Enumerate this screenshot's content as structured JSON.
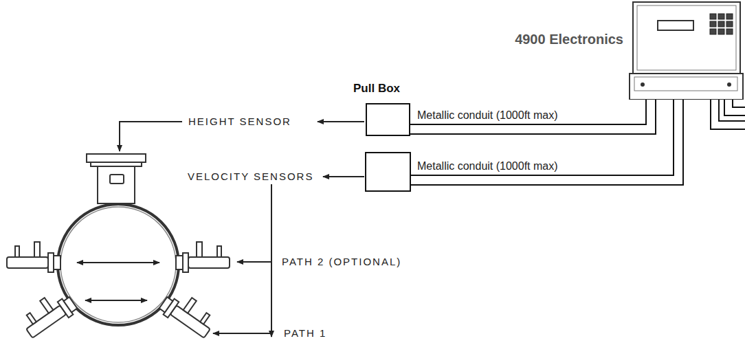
{
  "diagram": {
    "nodes": [
      {
        "text": [
          "4900 Electronics"
        ]
      },
      {
        "text": [
          "Pull Box"
        ]
      }
    ],
    "edges": [
      {
        "from": 1,
        "to": 0,
        "arrow": "none",
        "label": "Metallic conduit (1000ft max)"
      }
    ],
    "labels": [
      "Metallic conduit (1000ft max)",
      "HEIGHT SENSOR",
      "VELOCITY SENSORS",
      "PATH 2 (OPTIONAL)",
      "PATH 1"
    ]
  }
}
